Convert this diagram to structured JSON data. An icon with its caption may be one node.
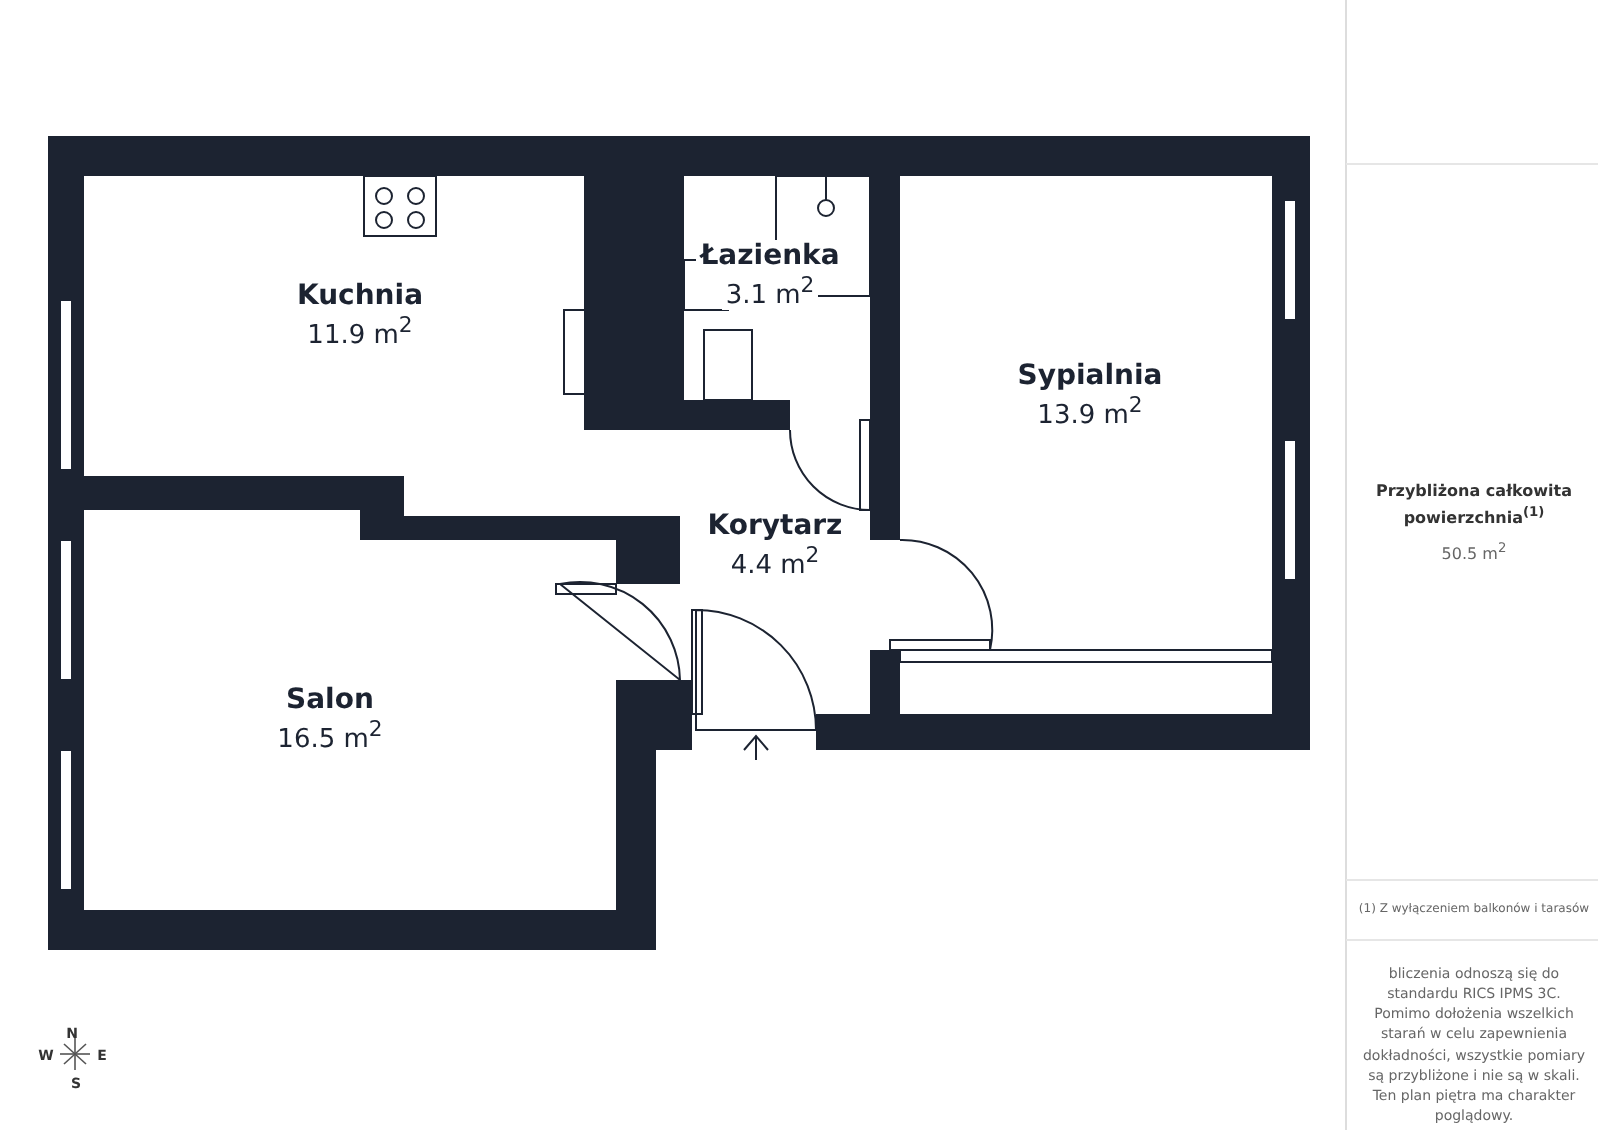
{
  "diagram": {
    "nodes": [
      {
        "text": [
          "Kuchnia",
          "11.9 m$^{2}$"
        ]
      },
      {
        "text": [
          "Łazienka",
          "3.1 m$^{2}$"
        ]
      },
      {
        "text": [
          "Sypialnia",
          "13.9 m$^{2}$"
        ]
      },
      {
        "text": [
          "Korytarz",
          "4.4 m$^{2}$"
        ]
      },
      {
        "text": [
          "Salon",
          "16.5 m$^{2}$"
        ]
      }
    ],
    "labels": [
      "Przybliżona całkowita powierzchnia$^{(1)}$",
      "50.5 m$^{2}$",
      "(1) Z wyłączeniem balkonów i tarasów",
      "bliczenia odnoszą się do standardu RICS IPMS 3C. Pomimo dołożenia wszelkich starań w celu zapewnienia dokładności, wszystkie pomiary są przybliżone i nie są w skali. Ten plan piętra ma charakter poglądowy.",
      "N",
      "E",
      "W",
      "S"
    ]
  }
}
